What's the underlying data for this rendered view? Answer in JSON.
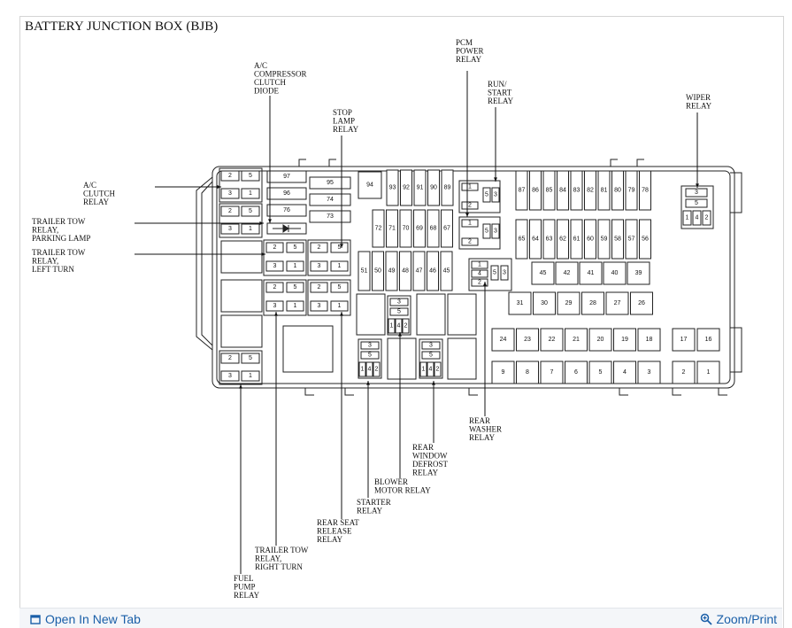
{
  "title": "BATTERY JUNCTION BOX (BJB)",
  "labels": {
    "ac_compressor": [
      "A/C",
      "COMPRESSOR",
      "CLUTCH",
      "DIODE"
    ],
    "ac_clutch": [
      "A/C",
      "CLUTCH",
      "RELAY"
    ],
    "trailer_parking": [
      "TRAILER TOW",
      "RELAY,",
      "PARKING LAMP"
    ],
    "trailer_left": [
      "TRAILER TOW",
      "RELAY,",
      "LEFT TURN"
    ],
    "stop_lamp": [
      "STOP",
      "LAMP",
      "RELAY"
    ],
    "pcm_power": [
      "PCM",
      "POWER",
      "RELAY"
    ],
    "run_start": [
      "RUN/",
      "START",
      "RELAY"
    ],
    "wiper": [
      "WIPER",
      "RELAY"
    ],
    "rear_washer": [
      "REAR",
      "WASHER",
      "RELAY"
    ],
    "rear_window": [
      "REAR",
      "WINDOW",
      "DEFROST",
      "RELAY"
    ],
    "blower": [
      "BLOWER",
      "MOTOR RELAY"
    ],
    "starter": [
      "STARTER",
      "RELAY"
    ],
    "rear_seat": [
      "REAR SEAT",
      "RELEASE",
      "RELAY"
    ],
    "trailer_right": [
      "TRAILER TOW",
      "RELAY,",
      "RIGHT TURN"
    ],
    "fuel_pump": [
      "FUEL",
      "PUMP",
      "RELAY"
    ]
  },
  "fuses": {
    "col97": [
      "97",
      "96",
      "76"
    ],
    "col95": [
      "95",
      "74",
      "73"
    ],
    "f94": "94",
    "top_row_a": [
      "93",
      "92",
      "91",
      "90",
      "89"
    ],
    "mid_row_a": [
      "72",
      "71",
      "70",
      "69",
      "68",
      "67"
    ],
    "low_row_a": [
      "51",
      "50",
      "49",
      "48",
      "47",
      "46",
      "45"
    ],
    "top_row_b": [
      "87",
      "86",
      "85",
      "84",
      "83",
      "82",
      "81",
      "80",
      "79",
      "78"
    ],
    "mid_row_b": [
      "65",
      "64",
      "63",
      "62",
      "61",
      "60",
      "59",
      "58",
      "57",
      "56"
    ],
    "row_45": [
      "45",
      "42",
      "41",
      "40",
      "39"
    ],
    "row_31": [
      "31",
      "30",
      "29",
      "28",
      "27",
      "26"
    ],
    "row_24": [
      "24",
      "23",
      "22",
      "21",
      "20",
      "19",
      "18"
    ],
    "row_9": [
      "9",
      "8",
      "7",
      "6",
      "5",
      "4",
      "3"
    ],
    "row_17": [
      "17",
      "16"
    ],
    "row_2": [
      "2",
      "1"
    ]
  },
  "relay_pins": {
    "p1": "1",
    "p2": "2",
    "p3": "3",
    "p4": "4",
    "p5": "5"
  },
  "bottom": {
    "open_tab": "Open In New Tab",
    "zoom_print": "Zoom/Print"
  }
}
